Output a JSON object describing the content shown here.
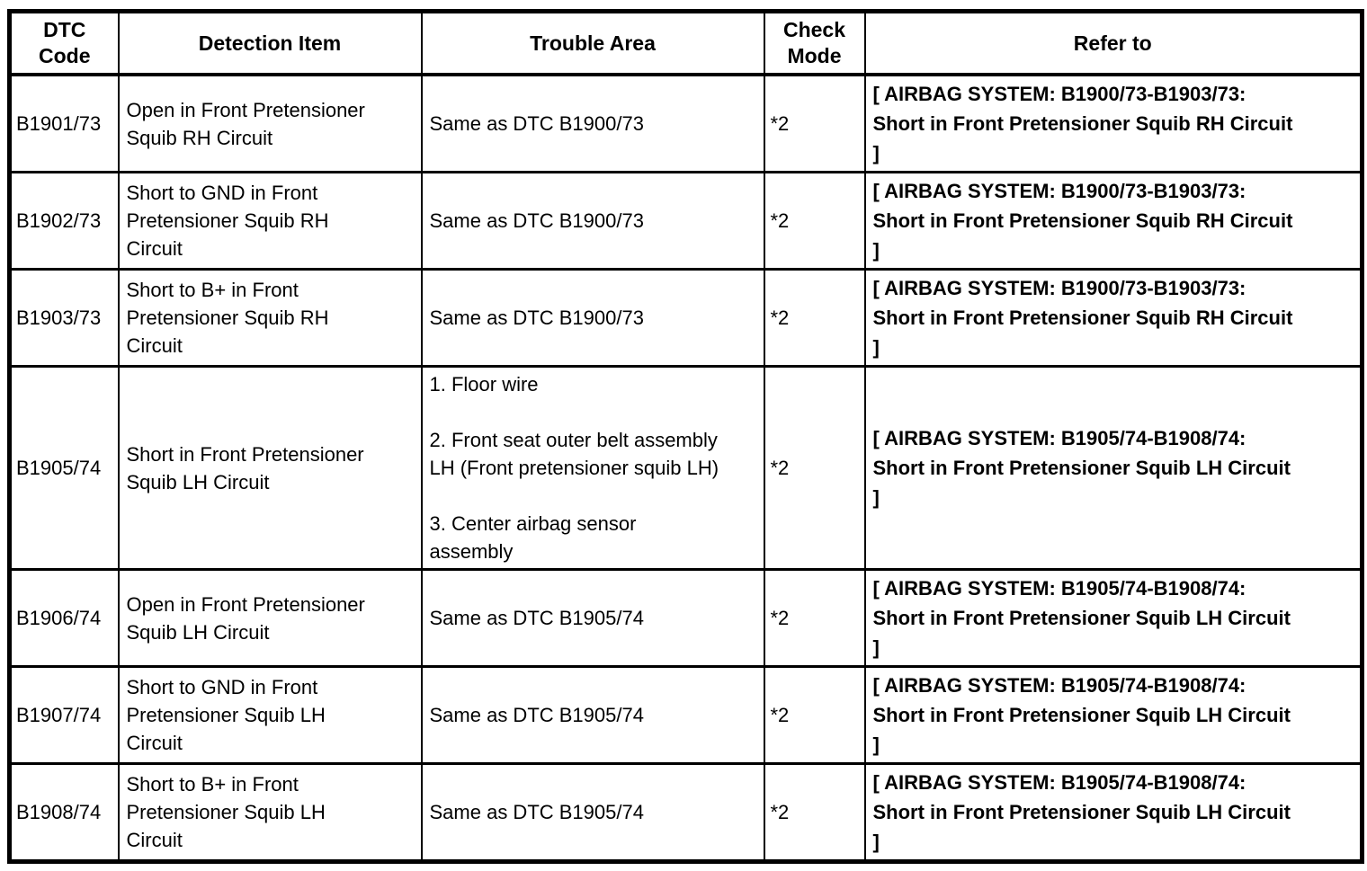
{
  "table": {
    "columns": [
      {
        "label": "DTC\nCode"
      },
      {
        "label": "Detection Item"
      },
      {
        "label": "Trouble Area"
      },
      {
        "label": "Check\nMode"
      },
      {
        "label": "Refer to"
      }
    ],
    "rows": [
      {
        "dtc": "B1901/73",
        "detection": "Open in Front Pretensioner\nSquib RH Circuit",
        "trouble": "Same as DTC B1900/73",
        "check_mode": "*2",
        "refer_to": "[ AIRBAG SYSTEM: B1900/73-B1903/73:\nShort in Front Pretensioner Squib RH Circuit\n]"
      },
      {
        "dtc": "B1902/73",
        "detection": "Short to GND in Front\nPretensioner Squib RH\nCircuit",
        "trouble": "Same as DTC B1900/73",
        "check_mode": "*2",
        "refer_to": "[ AIRBAG SYSTEM: B1900/73-B1903/73:\nShort in Front Pretensioner Squib RH Circuit\n]"
      },
      {
        "dtc": "B1903/73",
        "detection": "Short to B+ in Front\nPretensioner Squib RH\nCircuit",
        "trouble": "Same as DTC B1900/73",
        "check_mode": "*2",
        "refer_to": "[ AIRBAG SYSTEM: B1900/73-B1903/73:\nShort in Front Pretensioner Squib RH Circuit\n]"
      },
      {
        "dtc": "B1905/74",
        "detection": "Short in Front Pretensioner\nSquib LH Circuit",
        "trouble": "1. Floor wire\n\n2. Front seat outer belt assembly\nLH (Front pretensioner squib LH)\n\n3. Center airbag sensor\nassembly",
        "check_mode": "*2",
        "refer_to": "[ AIRBAG SYSTEM: B1905/74-B1908/74:\nShort in Front Pretensioner Squib LH Circuit\n]"
      },
      {
        "dtc": "B1906/74",
        "detection": "Open in Front Pretensioner\nSquib LH Circuit",
        "trouble": "Same as DTC B1905/74",
        "check_mode": "*2",
        "refer_to": "[ AIRBAG SYSTEM: B1905/74-B1908/74:\nShort in Front Pretensioner Squib LH Circuit\n]"
      },
      {
        "dtc": "B1907/74",
        "detection": "Short to GND in Front\nPretensioner Squib LH\nCircuit",
        "trouble": "Same as DTC B1905/74",
        "check_mode": "*2",
        "refer_to": "[ AIRBAG SYSTEM: B1905/74-B1908/74:\nShort in Front Pretensioner Squib LH Circuit\n]"
      },
      {
        "dtc": "B1908/74",
        "detection": "Short to B+ in Front\nPretensioner Squib LH\nCircuit",
        "trouble": "Same as DTC B1905/74",
        "check_mode": "*2",
        "refer_to": "[ AIRBAG SYSTEM: B1905/74-B1908/74:\nShort in Front Pretensioner Squib LH Circuit\n]"
      }
    ]
  }
}
